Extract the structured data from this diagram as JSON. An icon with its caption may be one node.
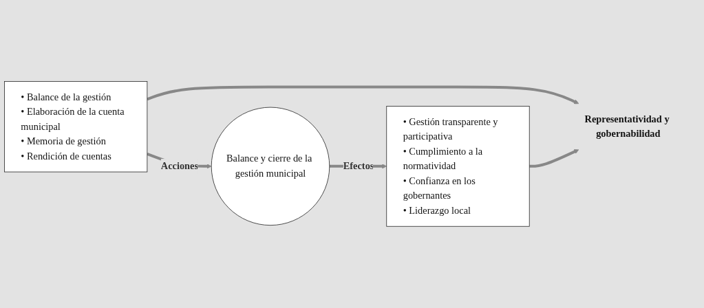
{
  "diagram": {
    "nodes": [
      {
        "text": [
          "• Balance de la gestión",
          "• Elaboración de la cuenta municipal",
          "• Memoria de gestión",
          "• Rendición de cuentas"
        ]
      },
      {
        "text": [
          "Balance y cierre de la gestión municipal"
        ]
      },
      {
        "text": [
          "• Gestión transparente y participativa",
          "• Cumplimiento a la normatividad",
          "• Confianza en los gobernantes",
          "• Liderazgo local"
        ]
      },
      {
        "text": [
          "Representatividad y gobernabilidad"
        ]
      }
    ],
    "edges": [
      {
        "from": 0,
        "to": 1,
        "arrow": "to",
        "label": "Acciones"
      },
      {
        "from": 1,
        "to": 2,
        "arrow": "to",
        "label": "Efectos"
      },
      {
        "from": 0,
        "to": 3,
        "arrow": "to"
      },
      {
        "from": 2,
        "to": 3,
        "arrow": "to"
      }
    ]
  }
}
